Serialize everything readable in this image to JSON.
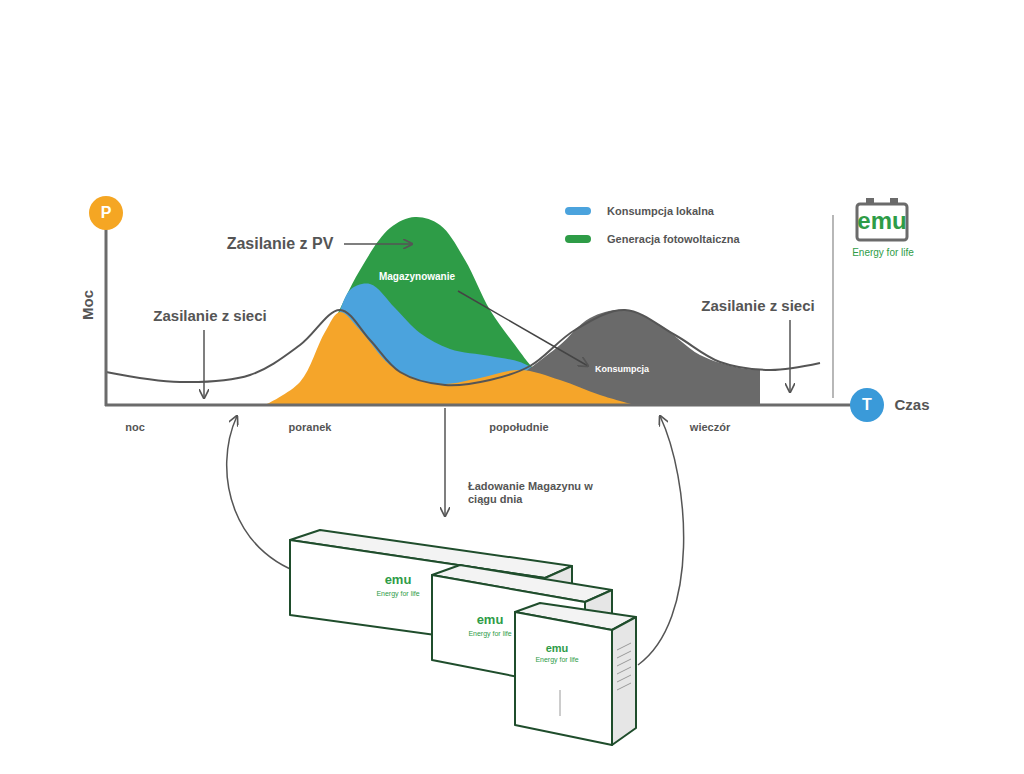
{
  "diagram": {
    "nodes": [
      {
        "text": [
          "P"
        ]
      },
      {
        "text": [
          "T"
        ]
      }
    ],
    "labels": [
      "Zasilanie z PV",
      "Magazynowanie",
      "Moc",
      "Zasilanie z sieci",
      "Konsumpcja",
      "Zasilanie z sieci",
      "noc",
      "poranek",
      "popołudnie",
      "wieczór",
      "Czas",
      "Ładowanie Magazynu w ciągu dnia",
      "emu",
      "Energy for life",
      "emu",
      "Energy for life",
      "emu",
      "Energy for life",
      "emu",
      "Energy for life"
    ],
    "legend": [
      {
        "text": "Konsumpcja lokalna",
        "color": "#4ba3dd"
      },
      {
        "text": "Generacja fotowoltaiczna",
        "color": "#2e9c47"
      }
    ]
  }
}
